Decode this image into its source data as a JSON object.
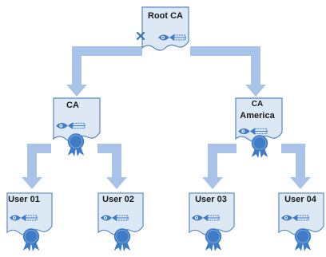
{
  "nodes": {
    "root": {
      "title": "Root CA"
    },
    "ca": {
      "title": "CA"
    },
    "ca_america": {
      "line1": "CA",
      "line2": "America"
    },
    "user01": {
      "title": "User 01"
    },
    "user02": {
      "title": "User 02"
    },
    "user03": {
      "title": "User 03"
    },
    "user04": {
      "title": "User 04"
    }
  },
  "colors": {
    "connector": "#a9c3e8",
    "card_fill": "#dde8f5",
    "card_stroke": "#5a86c2",
    "icon": "#3f7cc8",
    "cross": "#3b6fc0"
  }
}
